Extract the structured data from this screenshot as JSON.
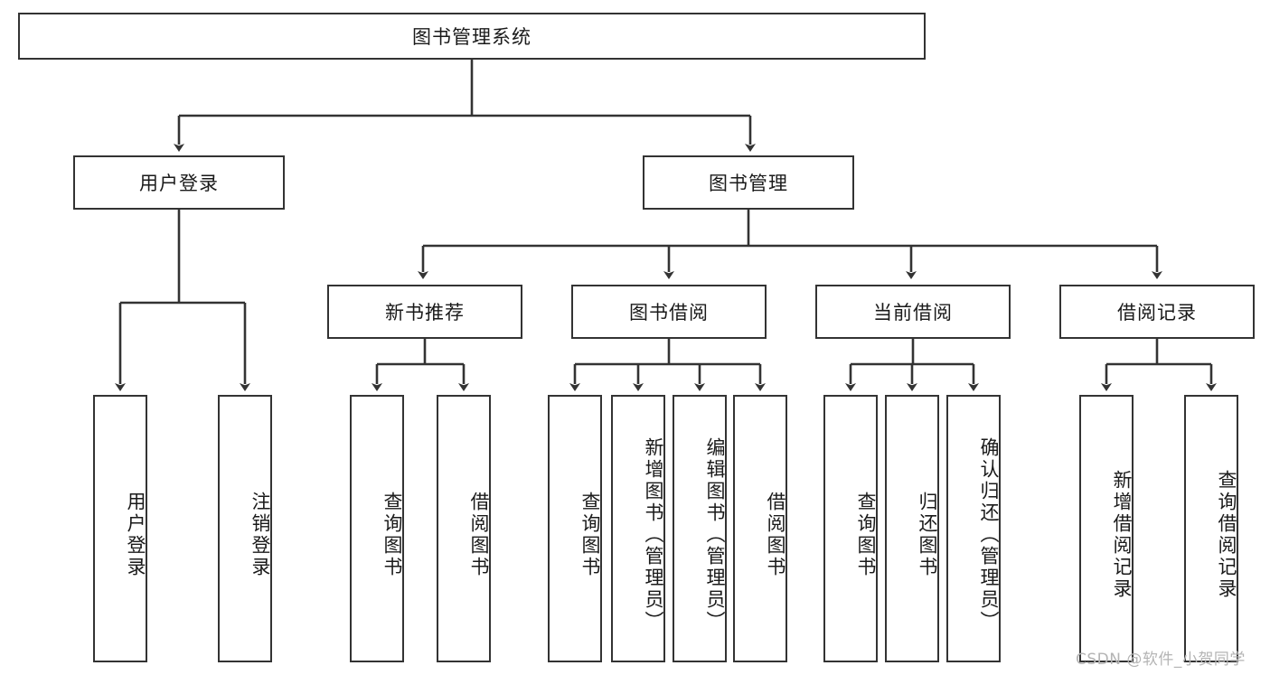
{
  "diagram": {
    "title": "图书管理系统",
    "type": "hierarchy-tree",
    "root": {
      "label": "图书管理系统"
    },
    "level2": [
      {
        "label": "用户登录"
      },
      {
        "label": "图书管理"
      }
    ],
    "level3": [
      {
        "label": "新书推荐"
      },
      {
        "label": "图书借阅"
      },
      {
        "label": "当前借阅"
      },
      {
        "label": "借阅记录"
      }
    ],
    "leaves": {
      "user_login": [
        {
          "label": "用户登录"
        },
        {
          "label": "注销登录"
        }
      ],
      "new_book_recommend": [
        {
          "label": "查询图书"
        },
        {
          "label": "借阅图书"
        }
      ],
      "book_borrow": [
        {
          "label": "查询图书"
        },
        {
          "label": "新增图书（管理员）"
        },
        {
          "label": "编辑图书（管理员）"
        },
        {
          "label": "借阅图书"
        }
      ],
      "current_borrow": [
        {
          "label": "查询图书"
        },
        {
          "label": "归还图书"
        },
        {
          "label": "确认归还（管理员）"
        }
      ],
      "borrow_record": [
        {
          "label": "新增借阅记录"
        },
        {
          "label": "查询借阅记录"
        }
      ]
    }
  },
  "watermark": {
    "text": "CSDN @软件_小贺同学"
  },
  "colors": {
    "stroke": "#333333",
    "background": "#ffffff",
    "text": "#1a1a1a",
    "watermark": "#b4b4b4"
  }
}
